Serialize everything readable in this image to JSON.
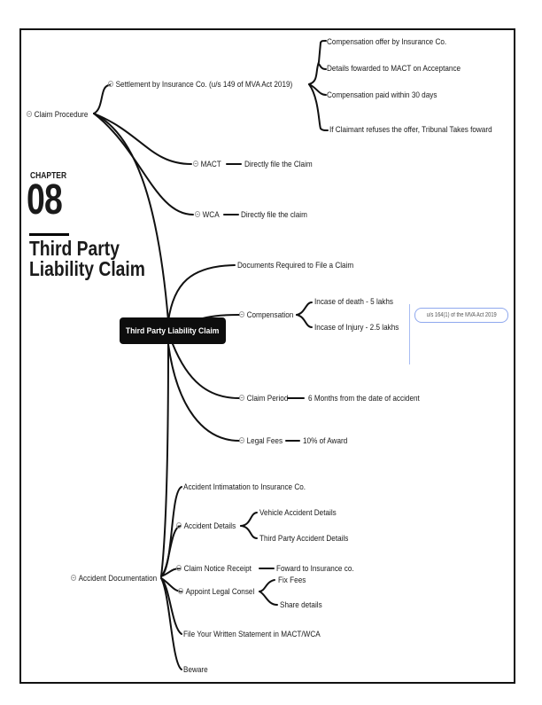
{
  "chapter": {
    "label": "CHAPTER",
    "number": "08",
    "title_line1": "Third Party",
    "title_line2": "Liability Claim"
  },
  "mindmap": {
    "root": "Third Party Liability Claim",
    "claim_procedure": {
      "label": "Claim Procedure",
      "settlement": {
        "label": "Settlement by Insurance Co. (u/s 149 of MVA Act 2019)",
        "steps": [
          "Compensation offer by Insurance Co.",
          "Details fowarded to MACT on Acceptance",
          "Compensation paid within 30 days",
          "If Claimant refuses the offer, Tribunal Takes foward"
        ]
      },
      "mact": {
        "label": "MACT",
        "detail": "Directly file the Claim"
      },
      "wca": {
        "label": "WCA",
        "detail": "Directly file the claim"
      }
    },
    "documents_required": "Documents Required to File a Claim",
    "compensation": {
      "label": "Compensation",
      "items": [
        "Incase of death - 5 lakhs",
        "Incase of Injury - 2.5 lakhs"
      ],
      "note": "u/s 164(1) of the MVA Act 2019"
    },
    "claim_period": {
      "label": "Claim Period",
      "detail": "6 Months from the date of accident"
    },
    "legal_fees": {
      "label": "Legal Fees",
      "detail": "10% of Award"
    },
    "accident_documentation": {
      "label": "Accident Documentation",
      "intimation": "Accident Intimatation to Insurance Co.",
      "accident_details": {
        "label": "Accident Details",
        "items": [
          "Vehicle Accident Details",
          "Third Party Accident Details"
        ]
      },
      "claim_notice": {
        "label": "Claim Notice Receipt",
        "detail": "Foward to Insurance co."
      },
      "legal_counsel": {
        "label": "Appoint Legal Consel",
        "items": [
          "Fix Fees",
          "Share details"
        ]
      },
      "written_statement": "File Your Written Statement in MACT/WCA",
      "beware": "Beware"
    }
  }
}
